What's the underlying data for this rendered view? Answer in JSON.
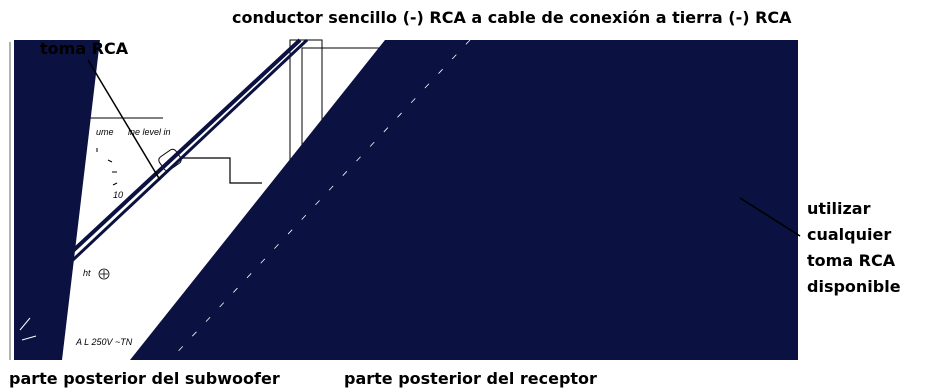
{
  "title": "conductor sencillo (-) RCA a cable de conexión a tierra (-) RCA",
  "labels": {
    "toma_rca": "toma RCA",
    "right": [
      "utilizar",
      "cualquier",
      "toma RCA",
      "disponible"
    ],
    "subwoofer_rear": "parte posterior del subwoofer",
    "receiver_rear": "parte posterior del receptor"
  },
  "panel_text": {
    "col1": "ume",
    "col2": "ine level in",
    "dial_max": "10",
    "bottom_left": "ht",
    "voltage": "A  L  250V ~TN"
  },
  "colors": {
    "dark_fill": "#0b1140",
    "line": "#000000"
  }
}
